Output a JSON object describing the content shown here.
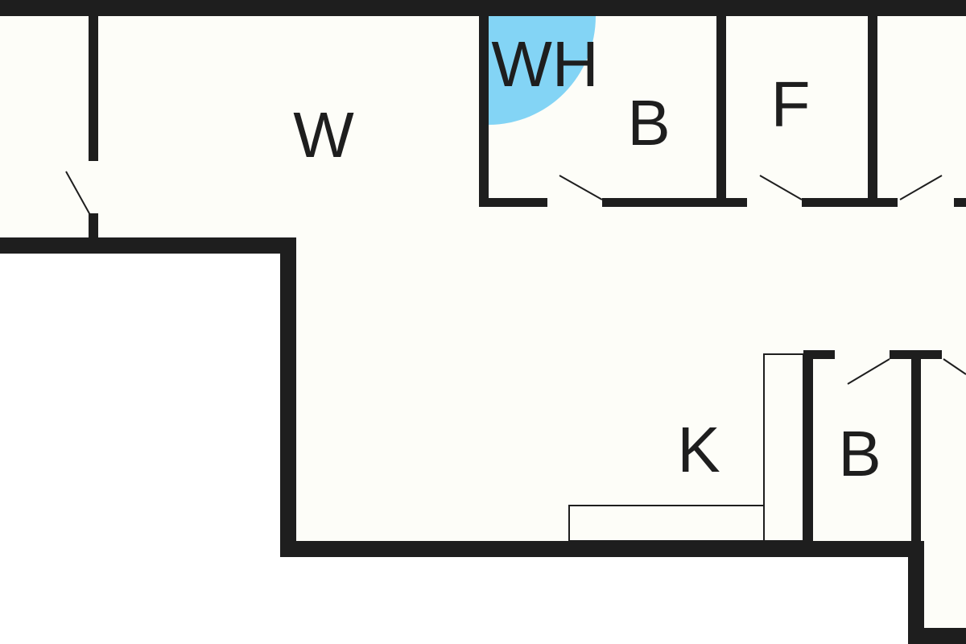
{
  "floor_plan": {
    "rooms": [
      {
        "id": "w",
        "label": "W"
      },
      {
        "id": "wh",
        "label": "WH"
      },
      {
        "id": "b1",
        "label": "B"
      },
      {
        "id": "f",
        "label": "F"
      },
      {
        "id": "k",
        "label": "K"
      },
      {
        "id": "b2",
        "label": "B"
      }
    ]
  },
  "colors": {
    "wall": "#1e1e1e",
    "interior": "#fdfdf8",
    "exterior": "#ffffff",
    "water_heater": "#83d4f5"
  }
}
